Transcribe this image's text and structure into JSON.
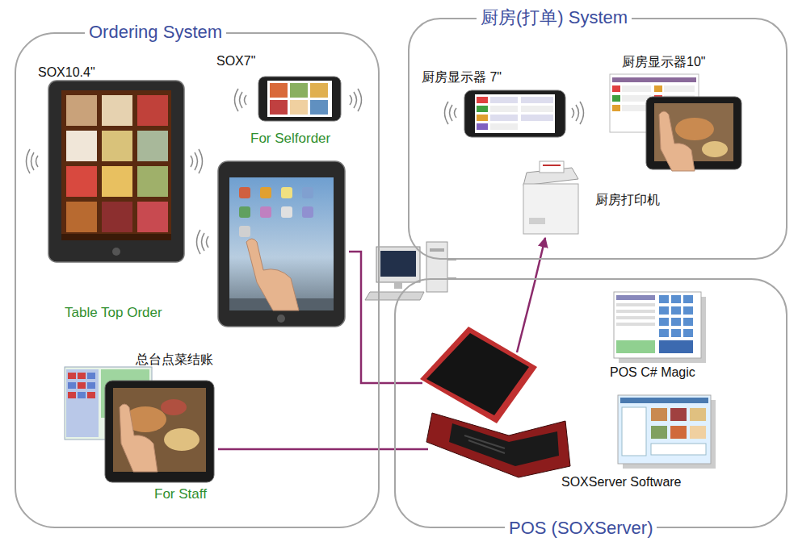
{
  "diagram": {
    "nodes": [
      {
        "text": [
          "Ordering System"
        ]
      },
      {
        "text": [
          "SOX10.4\"",
          "Table Top Order"
        ],
        "in": 0
      },
      {
        "text": [
          "SOX7\"",
          "For Selforder"
        ],
        "in": 0
      },
      {
        "text": [
          "总台点菜结账",
          "For Staff"
        ],
        "in": 0
      },
      {
        "text": [
          "厨房(打单) System"
        ]
      },
      {
        "text": [
          "厨房显示器 7\""
        ],
        "in": 4
      },
      {
        "text": [
          "厨房显示器10\""
        ],
        "in": 4
      },
      {
        "text": [
          "厨房打印机"
        ],
        "in": 4
      },
      {
        "text": [
          "POS (SOXServer)"
        ]
      },
      {
        "text": [
          "POS C# Magic"
        ],
        "in": 8
      },
      {
        "text": [
          "SOXServer Software"
        ],
        "in": 8
      }
    ],
    "edges": [
      {
        "from": 1,
        "to": 8,
        "arrow": "none"
      },
      {
        "from": 3,
        "to": 8,
        "arrow": "none"
      },
      {
        "from": 8,
        "to": 7,
        "arrow": "to"
      }
    ]
  }
}
